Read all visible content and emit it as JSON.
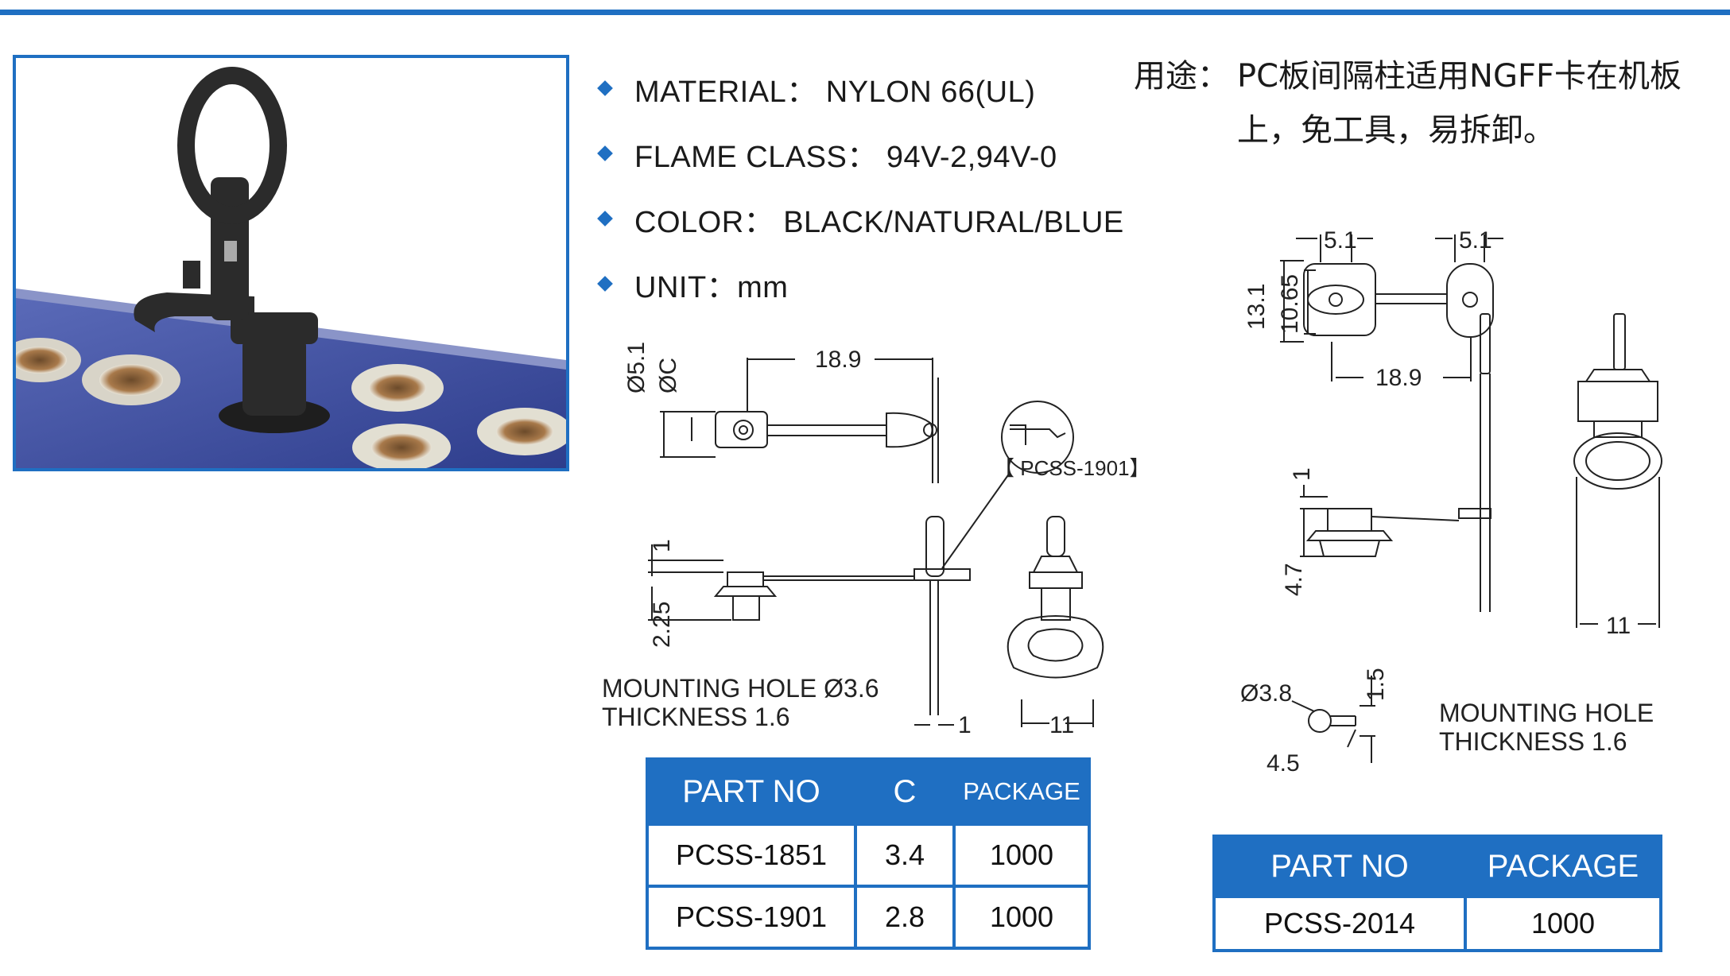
{
  "specs": [
    {
      "text": "MATERIAL： NYLON 66(UL)"
    },
    {
      "text": "FLAME CLASS： 94V-2,94V-0"
    },
    {
      "text": "COLOR： BLACK/NATURAL/BLUE"
    },
    {
      "text": "UNIT：mm"
    }
  ],
  "usage": {
    "label": "用途：",
    "line1": "PC板间隔柱适用NGFF卡在机板",
    "line2": "上，免工具，易拆卸。"
  },
  "drawing1": {
    "dim_length": "18.9",
    "dim_d51": "Ø5.1",
    "dim_c": "ØC",
    "callout": "【 PCSS-1901】",
    "dim_1_top": "1",
    "dim_225": "2.25",
    "dim_1_bottom": "1",
    "dim_11": "11",
    "mounting_hole": "MOUNTING  HOLE  Ø3.6",
    "thickness": "THICKNESS  1.6"
  },
  "drawing2": {
    "dim_51_left": "5.1",
    "dim_51_right": "5.1",
    "dim_131": "13.1",
    "dim_1065": "10.65",
    "dim_189": "18.9",
    "dim_1": "1",
    "dim_47": "4.7",
    "dim_11": "11",
    "dim_38": "Ø3.8",
    "dim_15": "1.5",
    "dim_45": "4.5",
    "mounting_hole": "MOUNTING  HOLE",
    "thickness": "THICKNESS  1.6"
  },
  "table1": {
    "headers": [
      "PART NO",
      "C",
      "PACKAGE"
    ],
    "rows": [
      [
        "PCSS-1851",
        "3.4",
        "1000"
      ],
      [
        "PCSS-1901",
        "2.8",
        "1000"
      ]
    ]
  },
  "table2": {
    "headers": [
      "PART NO",
      "PACKAGE"
    ],
    "rows": [
      [
        "PCSS-2014",
        "1000"
      ]
    ]
  },
  "colors": {
    "accent": "#1f6fc2",
    "pcb": "#3a4a9a",
    "part": "#2b2b2b"
  }
}
